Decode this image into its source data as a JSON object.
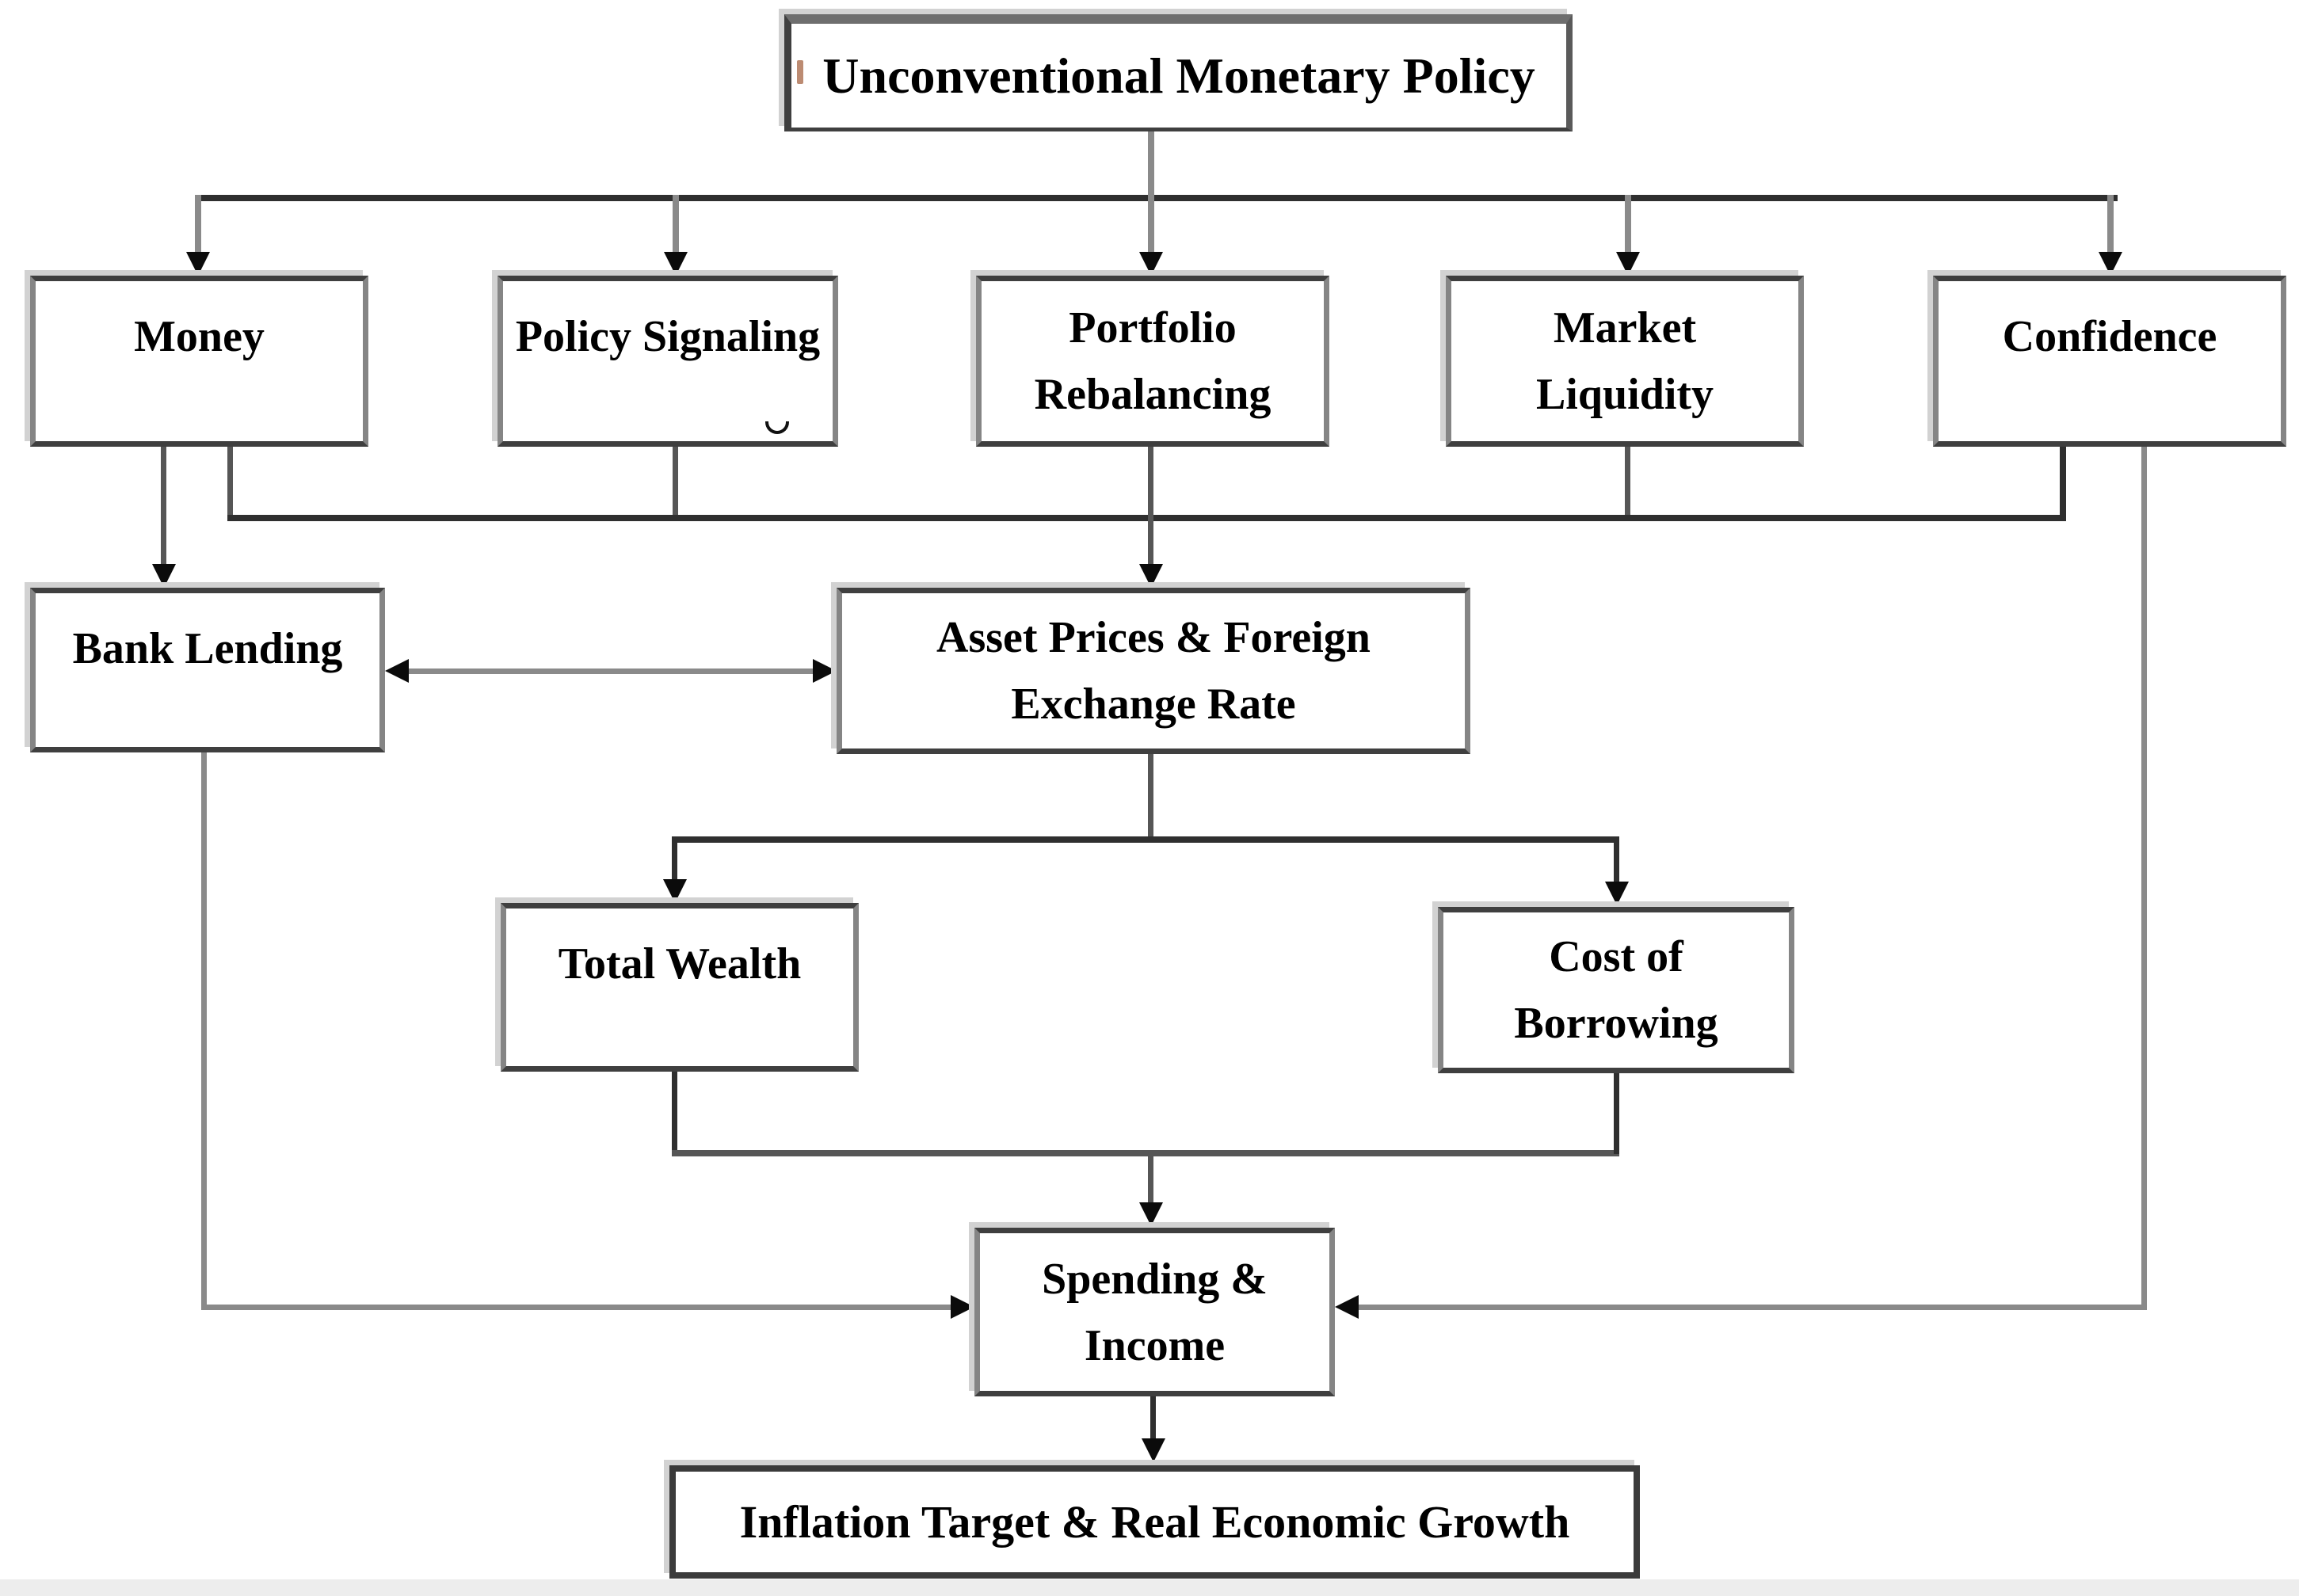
{
  "colors": {
    "line_dark": "#2f2f2f",
    "line_mid": "#565656",
    "line_gray": "#8a8a8a",
    "arrowhead": "#0b0b0b",
    "box_border_dark": "#3f3f3f",
    "box_border_gray": "#858585",
    "box_shadow": "#d2d2d2",
    "text": "#000000",
    "background": "#ffffff",
    "footer_strip": "#ededed",
    "artifact_red": "#bc8b72"
  },
  "diagram": {
    "type": "flowchart",
    "title": "Unconventional Monetary Policy transmission channels",
    "nodes": {
      "ump": {
        "label": "Unconventional Monetary Policy"
      },
      "money": {
        "label": "Money"
      },
      "policy_signaling": {
        "label": "Policy Signaling"
      },
      "portfolio_rebalancing": {
        "label": "Portfolio\nRebalancing"
      },
      "market_liquidity": {
        "label": "Market\nLiquidity"
      },
      "confidence": {
        "label": "Confidence"
      },
      "bank_lending": {
        "label": "Bank Lending"
      },
      "asset_prices_fx": {
        "label": "Asset Prices & Foreign\nExchange Rate"
      },
      "total_wealth": {
        "label": "Total Wealth"
      },
      "cost_of_borrowing": {
        "label": "Cost of\nBorrowing"
      },
      "spending_income": {
        "label": "Spending &\nIncome"
      },
      "inflation_growth": {
        "label": "Inflation Target & Real Economic Growth"
      }
    },
    "edges": [
      {
        "from": "ump",
        "to": "money",
        "style": "arrow"
      },
      {
        "from": "ump",
        "to": "policy_signaling",
        "style": "arrow"
      },
      {
        "from": "ump",
        "to": "portfolio_rebalancing",
        "style": "arrow"
      },
      {
        "from": "ump",
        "to": "market_liquidity",
        "style": "arrow"
      },
      {
        "from": "ump",
        "to": "confidence",
        "style": "arrow"
      },
      {
        "from": "money",
        "to": "bank_lending",
        "style": "arrow"
      },
      {
        "from": "money",
        "to": "asset_prices_fx",
        "style": "arrow-via-collector"
      },
      {
        "from": "policy_signaling",
        "to": "asset_prices_fx",
        "style": "arrow-via-collector"
      },
      {
        "from": "portfolio_rebalancing",
        "to": "asset_prices_fx",
        "style": "arrow-via-collector"
      },
      {
        "from": "market_liquidity",
        "to": "asset_prices_fx",
        "style": "arrow-via-collector"
      },
      {
        "from": "confidence",
        "to": "asset_prices_fx",
        "style": "arrow-via-collector"
      },
      {
        "from": "bank_lending",
        "to": "asset_prices_fx",
        "style": "double-arrow"
      },
      {
        "from": "asset_prices_fx",
        "to": "total_wealth",
        "style": "arrow"
      },
      {
        "from": "asset_prices_fx",
        "to": "cost_of_borrowing",
        "style": "arrow"
      },
      {
        "from": "total_wealth",
        "to": "spending_income",
        "style": "arrow-via-join"
      },
      {
        "from": "cost_of_borrowing",
        "to": "spending_income",
        "style": "arrow-via-join"
      },
      {
        "from": "bank_lending",
        "to": "spending_income",
        "style": "arrow"
      },
      {
        "from": "confidence",
        "to": "spending_income",
        "style": "arrow"
      },
      {
        "from": "spending_income",
        "to": "inflation_growth",
        "style": "arrow"
      }
    ]
  }
}
